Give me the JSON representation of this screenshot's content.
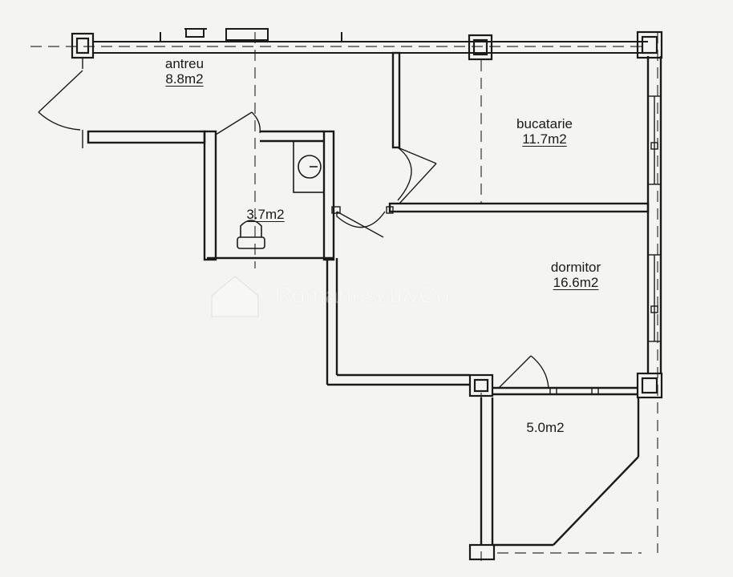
{
  "rooms": {
    "antreu": {
      "name": "antreu",
      "area": "8.8m2"
    },
    "bucatarie": {
      "name": "bucatarie",
      "area": "11.7m2"
    },
    "baie": {
      "name": "",
      "area": "3.7m2"
    },
    "dormitor": {
      "name": "dormitor",
      "area": "16.6m2"
    },
    "balcon": {
      "name": "",
      "area": "5.0m2"
    }
  },
  "watermark": {
    "text": "Romanescu&Co",
    "icon": "house-logo-icon"
  },
  "colors": {
    "ink": "#1a1a1a",
    "paper": "#f4f4f2"
  }
}
